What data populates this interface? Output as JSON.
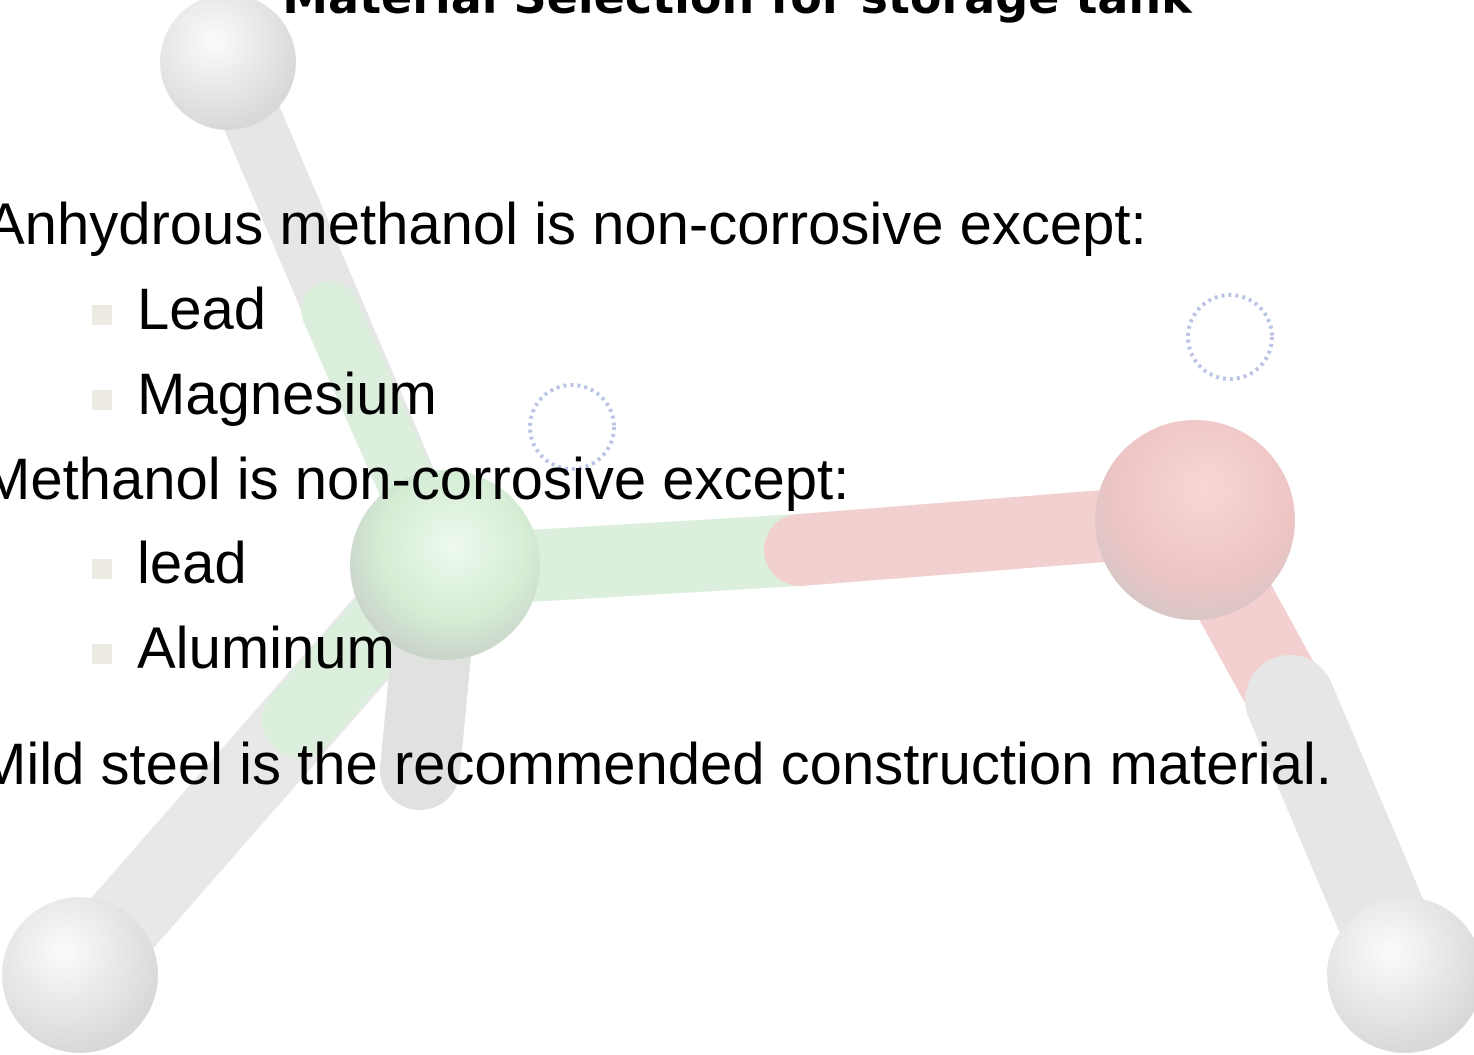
{
  "slide": {
    "title": "Material Selection for storage tank",
    "content": [
      {
        "level": 1,
        "text": "Anhydrous methanol is non-corrosive  except:"
      },
      {
        "level": 2,
        "text": "Lead"
      },
      {
        "level": 2,
        "text": "Magnesium"
      },
      {
        "level": 1,
        "text": "Methanol is non-corrosive  except:"
      },
      {
        "level": 2,
        "text": "lead"
      },
      {
        "level": 2,
        "text": "Aluminum"
      },
      {
        "level": 1,
        "text": "Mild steel is the recommended construction material."
      }
    ]
  },
  "colors": {
    "text": "#000000",
    "background": "#ffffff",
    "bullet": "#eceae2",
    "atom_carbon": "#d8f0d8",
    "atom_oxygen": "#f3c2c2",
    "atom_hydrogen": "#eeeeee"
  }
}
